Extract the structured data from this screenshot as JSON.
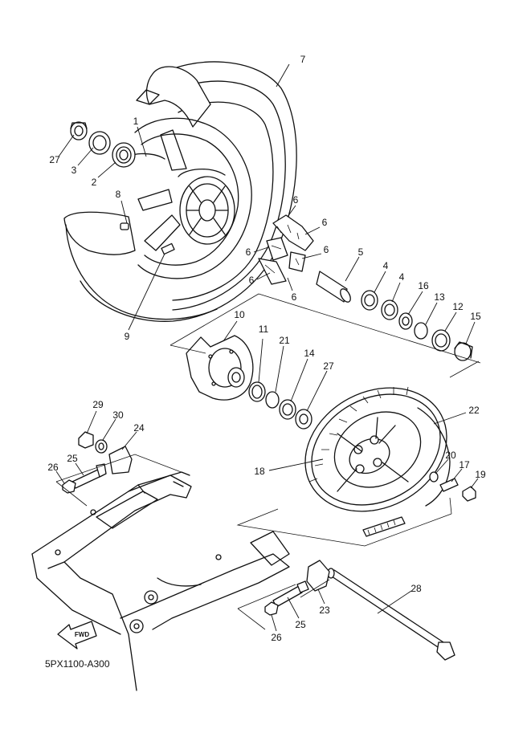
{
  "diagram": {
    "catalog_code": "5PX1100-A300",
    "fwd_label": "FWD",
    "callouts": {
      "c1": "1",
      "c2": "2",
      "c3": "3",
      "c4a": "4",
      "c4b": "4",
      "c5": "5",
      "c6a": "6",
      "c6b": "6",
      "c6c": "6",
      "c6d": "6",
      "c6e": "6",
      "c6f": "6",
      "c7": "7",
      "c8": "8",
      "c9": "9",
      "c10": "10",
      "c11": "11",
      "c12": "12",
      "c13": "13",
      "c14": "14",
      "c15": "15",
      "c16": "16",
      "c17": "17",
      "c18": "18",
      "c19": "19",
      "c20": "20",
      "c21": "21",
      "c22": "22",
      "c23": "23",
      "c24": "24",
      "c25a": "25",
      "c25b": "25",
      "c26a": "26",
      "c26b": "26",
      "c27a": "27",
      "c27b": "27",
      "c28": "28",
      "c29": "29",
      "c30": "30"
    }
  }
}
